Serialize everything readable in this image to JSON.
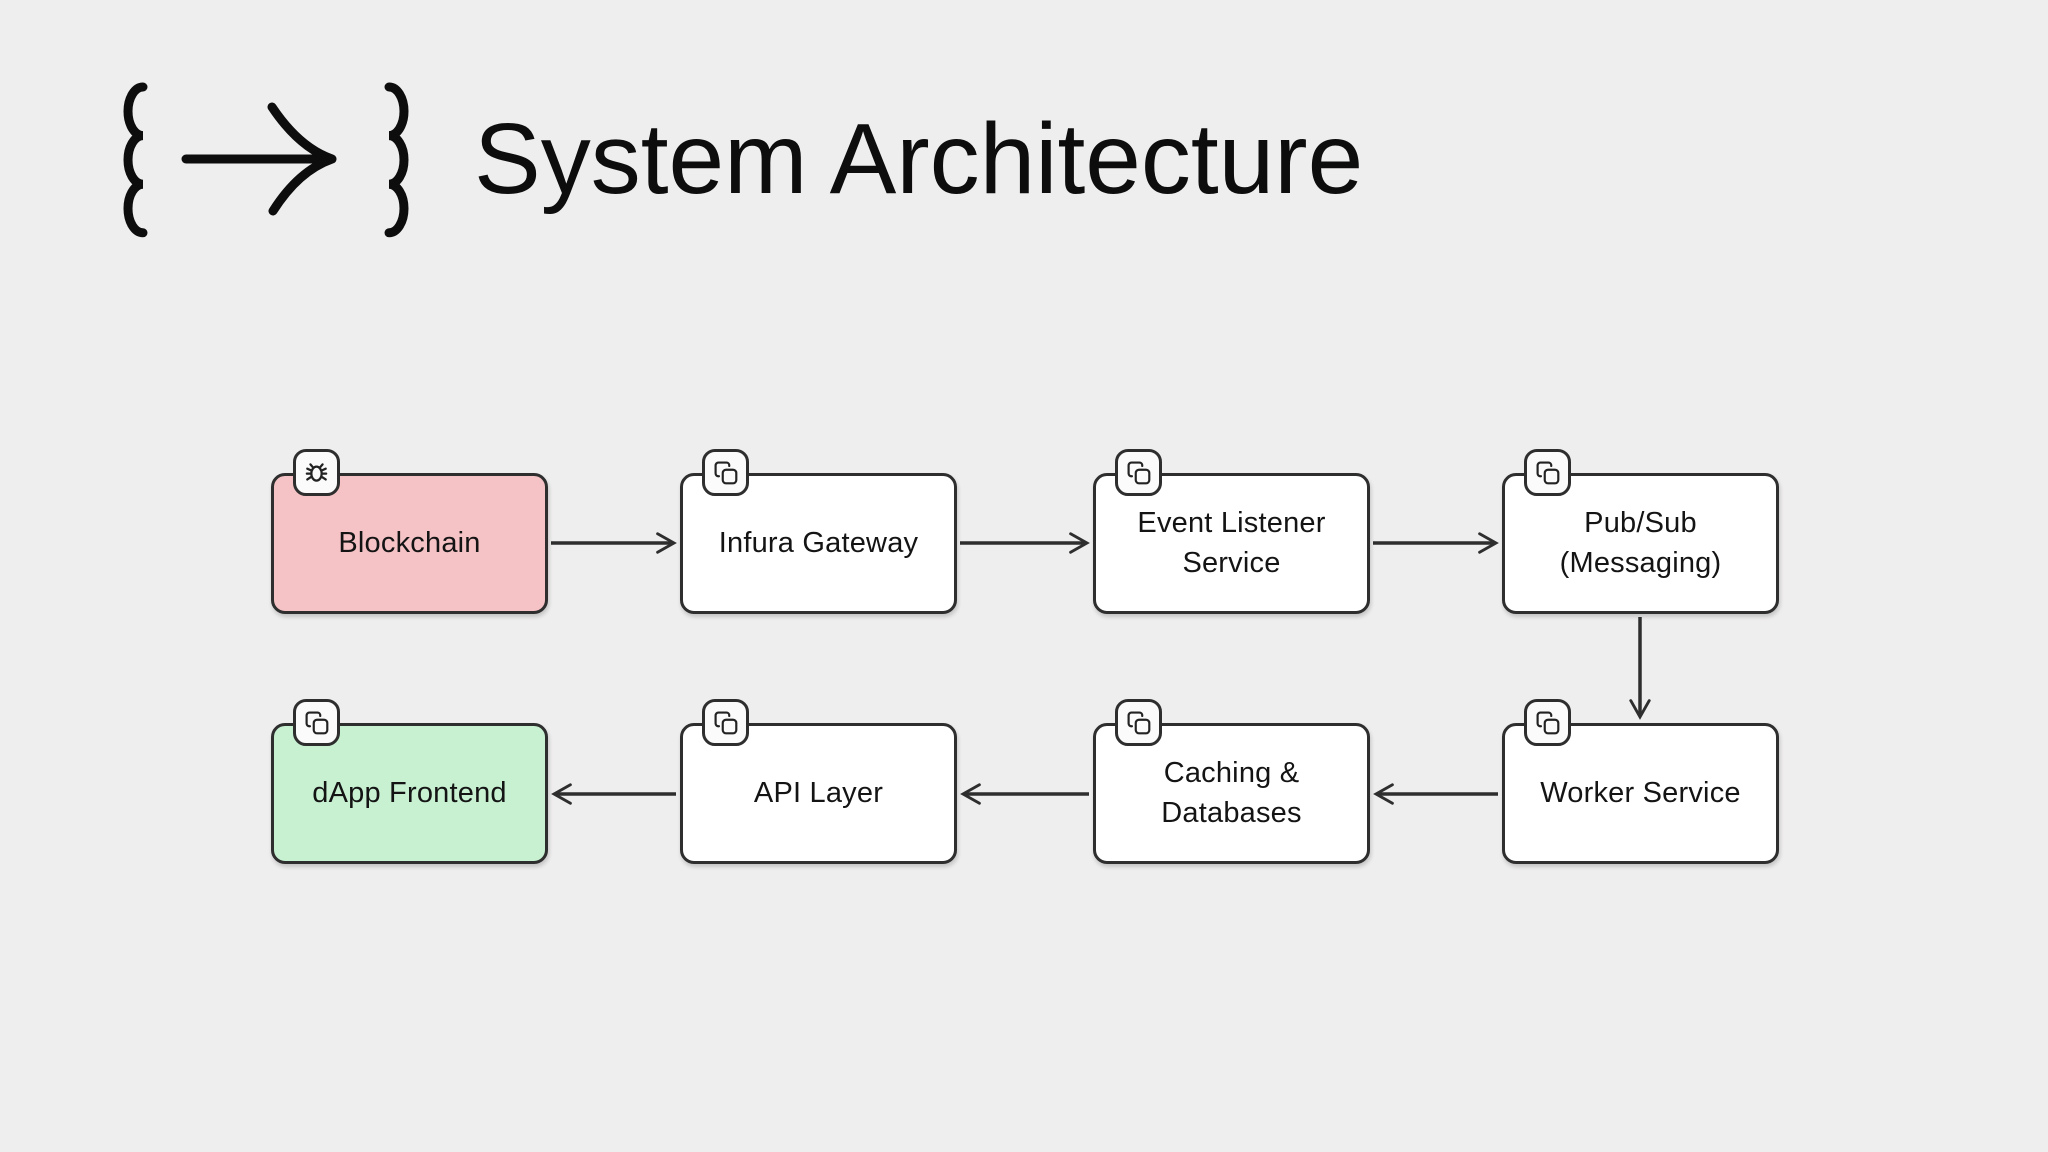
{
  "header": {
    "title": "System Architecture",
    "logo": {
      "left_brace": "{",
      "right_brace": "}",
      "arrow_icon": "arrow-right-icon"
    }
  },
  "diagram": {
    "nodes": [
      {
        "id": "blockchain",
        "label": "Blockchain",
        "badge_icon": "bug-icon",
        "fill": "#f5c3c6"
      },
      {
        "id": "infura-gateway",
        "label": "Infura Gateway",
        "badge_icon": "copy-icon",
        "fill": "#ffffff"
      },
      {
        "id": "event-listener-service",
        "label": "Event Listener\nService",
        "badge_icon": "copy-icon",
        "fill": "#ffffff"
      },
      {
        "id": "pub-sub-messaging",
        "label": "Pub/Sub\n(Messaging)",
        "badge_icon": "copy-icon",
        "fill": "#ffffff"
      },
      {
        "id": "dapp-frontend",
        "label": "dApp Frontend",
        "badge_icon": "copy-icon",
        "fill": "#c8f1d2"
      },
      {
        "id": "api-layer",
        "label": "API Layer",
        "badge_icon": "copy-icon",
        "fill": "#ffffff"
      },
      {
        "id": "caching-databases",
        "label": "Caching &\nDatabases",
        "badge_icon": "copy-icon",
        "fill": "#ffffff"
      },
      {
        "id": "worker-service",
        "label": "Worker Service",
        "badge_icon": "copy-icon",
        "fill": "#ffffff"
      }
    ],
    "edges": [
      {
        "from": "blockchain",
        "to": "infura-gateway"
      },
      {
        "from": "infura-gateway",
        "to": "event-listener-service"
      },
      {
        "from": "event-listener-service",
        "to": "pub-sub-messaging"
      },
      {
        "from": "pub-sub-messaging",
        "to": "worker-service"
      },
      {
        "from": "worker-service",
        "to": "caching-databases"
      },
      {
        "from": "caching-databases",
        "to": "api-layer"
      },
      {
        "from": "api-layer",
        "to": "dapp-frontend"
      }
    ],
    "colors": {
      "background": "#efeeee",
      "node_border": "#2e2e2e",
      "arrow": "#2e2e2e",
      "node_fill_default": "#ffffff",
      "node_fill_blockchain": "#f5c3c6",
      "node_fill_dapp_frontend": "#c8f1d2",
      "badge_background": "#fbfbfb",
      "text": "#141414"
    }
  }
}
